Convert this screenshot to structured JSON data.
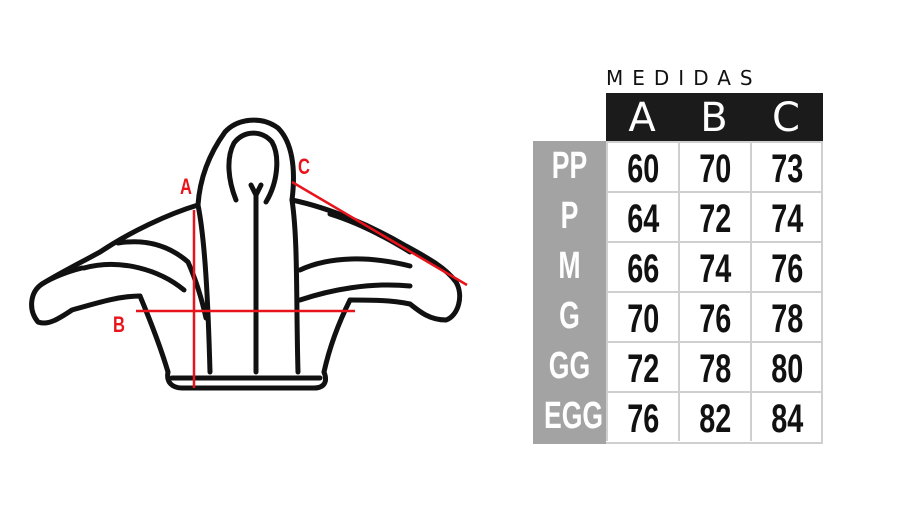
{
  "measure_labels": {
    "a": "A",
    "b": "B",
    "c": "C"
  },
  "table": {
    "title": "MEDIDAS",
    "columns": [
      "A",
      "B",
      "C"
    ],
    "rows": [
      {
        "size": "PP",
        "values": [
          "60",
          "70",
          "73"
        ]
      },
      {
        "size": "P",
        "values": [
          "64",
          "72",
          "74"
        ]
      },
      {
        "size": "M",
        "values": [
          "66",
          "74",
          "76"
        ]
      },
      {
        "size": "G",
        "values": [
          "70",
          "76",
          "78"
        ]
      },
      {
        "size": "GG",
        "values": [
          "72",
          "78",
          "80"
        ]
      },
      {
        "size": "EGG",
        "values": [
          "76",
          "82",
          "84"
        ]
      }
    ]
  },
  "colors": {
    "measure_line": "#e8141c",
    "header_bg": "#1b1b1b",
    "size_col_bg": "#a3a3a3",
    "grid_line": "#cfcfcf"
  },
  "icons": {
    "garment": "hoodie-outline-icon"
  }
}
